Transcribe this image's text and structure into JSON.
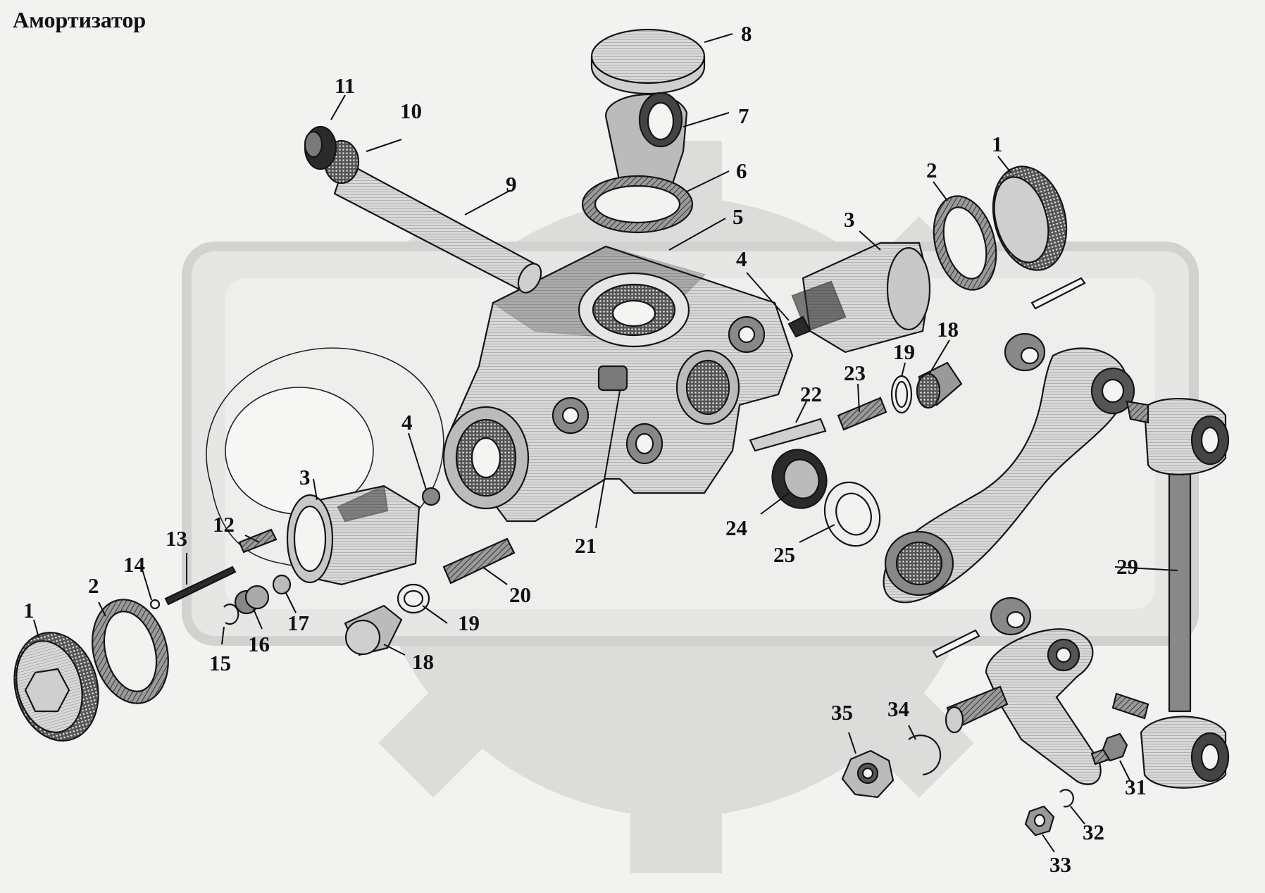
{
  "title": "Амортизатор",
  "colors": {
    "background": "#f2f2f0",
    "watermark": "#dcdcda",
    "ink": "#151515"
  },
  "callouts": [
    {
      "id": "c1a",
      "text": "1"
    },
    {
      "id": "c1b",
      "text": "1"
    },
    {
      "id": "c2a",
      "text": "2"
    },
    {
      "id": "c2b",
      "text": "2"
    },
    {
      "id": "c3a",
      "text": "3"
    },
    {
      "id": "c3b",
      "text": "3"
    },
    {
      "id": "c4a",
      "text": "4"
    },
    {
      "id": "c4b",
      "text": "4"
    },
    {
      "id": "c5",
      "text": "5"
    },
    {
      "id": "c6",
      "text": "6"
    },
    {
      "id": "c7",
      "text": "7"
    },
    {
      "id": "c8",
      "text": "8"
    },
    {
      "id": "c9",
      "text": "9"
    },
    {
      "id": "c10",
      "text": "10"
    },
    {
      "id": "c11",
      "text": "11"
    },
    {
      "id": "c12",
      "text": "12"
    },
    {
      "id": "c13",
      "text": "13"
    },
    {
      "id": "c14",
      "text": "14"
    },
    {
      "id": "c15",
      "text": "15"
    },
    {
      "id": "c16",
      "text": "16"
    },
    {
      "id": "c17",
      "text": "17"
    },
    {
      "id": "c18a",
      "text": "18"
    },
    {
      "id": "c18b",
      "text": "18"
    },
    {
      "id": "c19a",
      "text": "19"
    },
    {
      "id": "c19b",
      "text": "19"
    },
    {
      "id": "c20",
      "text": "20"
    },
    {
      "id": "c21",
      "text": "21"
    },
    {
      "id": "c22",
      "text": "22"
    },
    {
      "id": "c23",
      "text": "23"
    },
    {
      "id": "c24",
      "text": "24"
    },
    {
      "id": "c25",
      "text": "25"
    },
    {
      "id": "c29",
      "text": "29"
    },
    {
      "id": "c31",
      "text": "31"
    },
    {
      "id": "c32",
      "text": "32"
    },
    {
      "id": "c33",
      "text": "33"
    },
    {
      "id": "c34",
      "text": "34"
    },
    {
      "id": "c35",
      "text": "35"
    }
  ]
}
